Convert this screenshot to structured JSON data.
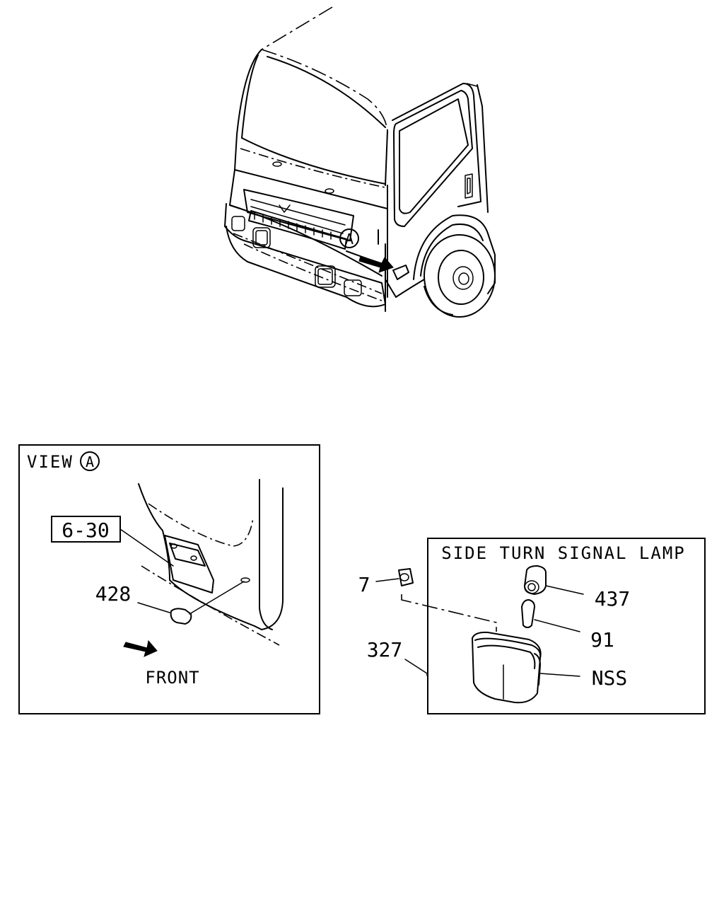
{
  "view_panel": {
    "title": "VIEW",
    "marker": "A",
    "ref_box": "6-30",
    "part_428": "428",
    "front_label": "FRONT"
  },
  "main_view": {
    "marker": "A"
  },
  "lamp_panel": {
    "title": "SIDE TURN SIGNAL LAMP",
    "part_7": "7",
    "part_327": "327",
    "part_437": "437",
    "part_91": "91",
    "part_nss": "NSS"
  }
}
